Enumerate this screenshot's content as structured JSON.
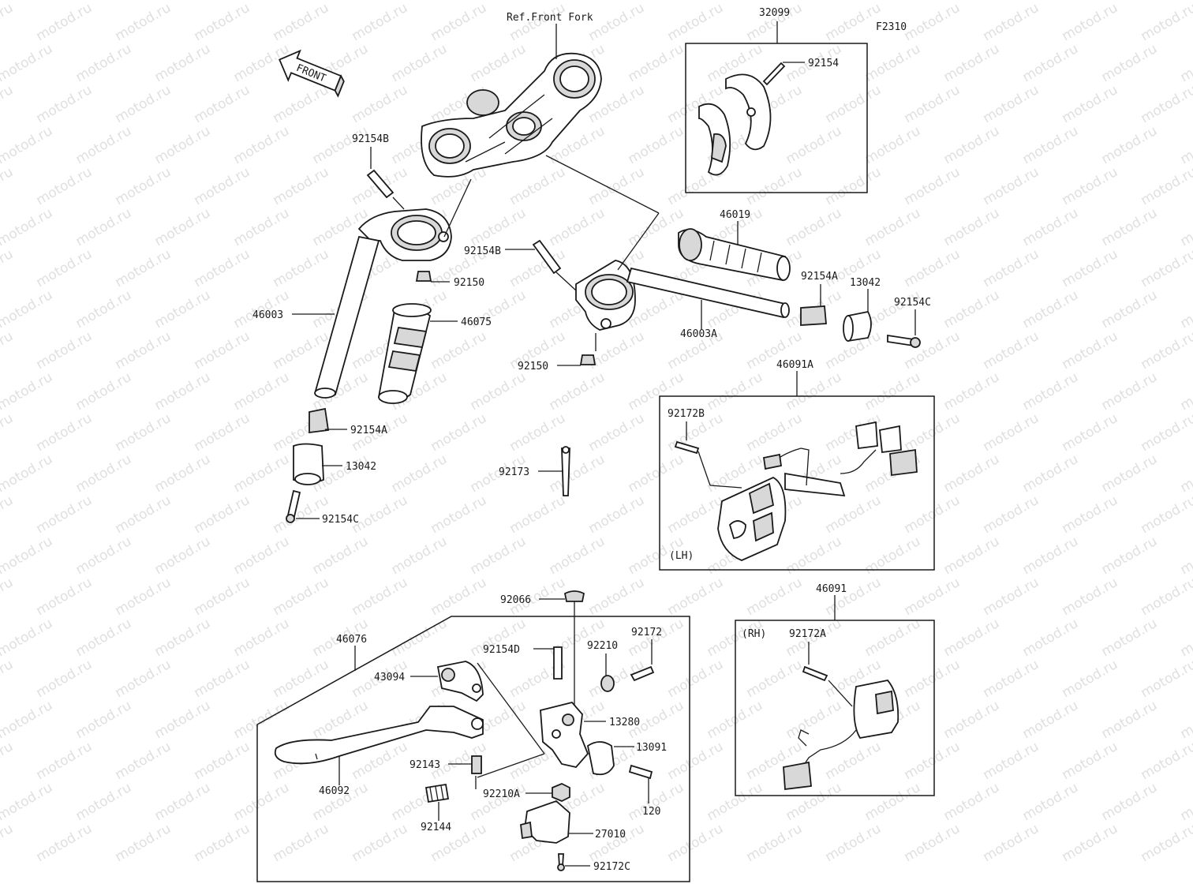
{
  "figure_code": "F2310",
  "front_arrow": "FRONT",
  "watermark": "motod.ru",
  "labels": {
    "ref_front_fork": "Ref.Front Fork",
    "p32099": "32099",
    "p92154_top": "92154",
    "p92154B_left": "92154B",
    "p92154B_mid": "92154B",
    "p92150_left": "92150",
    "p92150_mid": "92150",
    "p46003": "46003",
    "p46075": "46075",
    "p46019": "46019",
    "p46003A": "46003A",
    "p92154A_right": "92154A",
    "p13042_right": "13042",
    "p92154C_right": "92154C",
    "p92154A_left": "92154A",
    "p13042_left": "13042",
    "p92154C_left": "92154C",
    "p92173": "92173",
    "p46091A": "46091A",
    "p92172B": "92172B",
    "lh": "(LH)",
    "p92066": "92066",
    "p46076": "46076",
    "p92154D": "92154D",
    "p92210": "92210",
    "p92172": "92172",
    "p43094": "43094",
    "p13280": "13280",
    "p13091": "13091",
    "p92143": "92143",
    "p92210A": "92210A",
    "p46092": "46092",
    "p120": "120",
    "p92144": "92144",
    "p27010": "27010",
    "p92172C": "92172C",
    "p46091": "46091",
    "rh": "(RH)",
    "p92172A": "92172A"
  }
}
